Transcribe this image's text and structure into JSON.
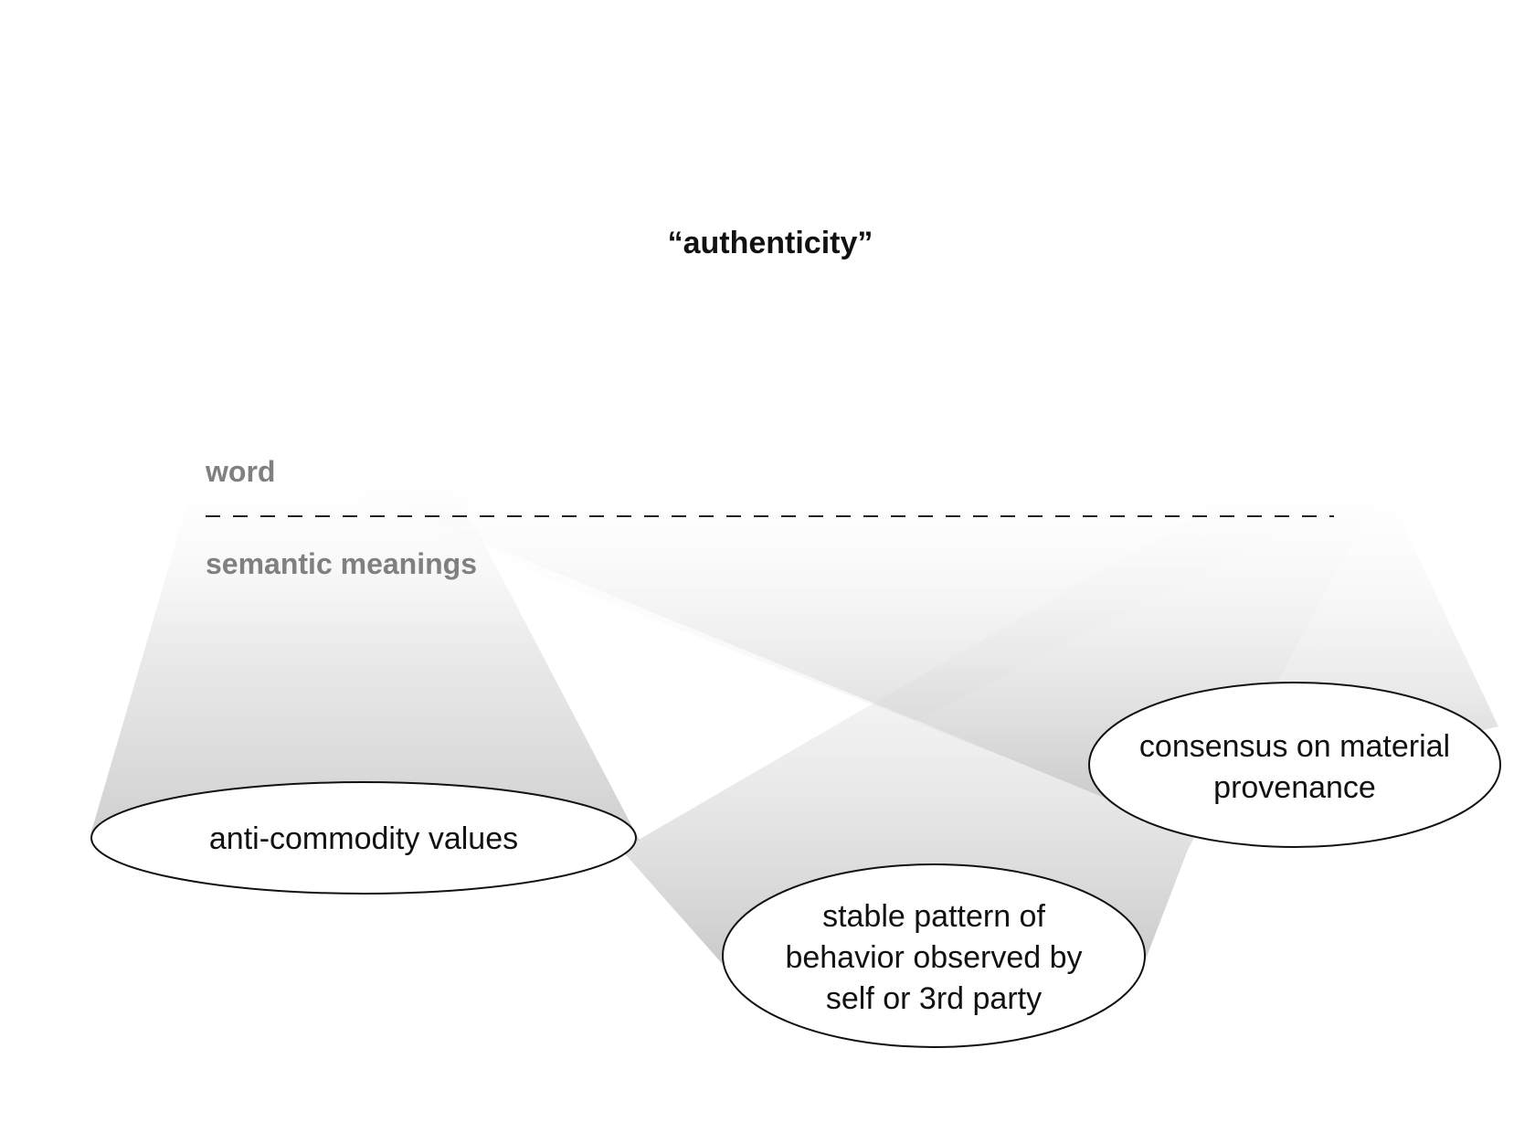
{
  "word": "“authenticity”",
  "layers": {
    "upper_label": "word",
    "lower_label": "semantic meanings",
    "label_color": "#808080"
  },
  "meanings": [
    {
      "id": "anti-commodity",
      "lines": [
        "anti-commodity values"
      ]
    },
    {
      "id": "stable-pattern",
      "lines": [
        "stable pattern of",
        "behavior observed by",
        "self or 3rd party"
      ]
    },
    {
      "id": "material-provenance",
      "lines": [
        "consensus on material",
        "provenance"
      ]
    }
  ],
  "colors": {
    "background": "#ffffff",
    "beam_light": "#ffffff",
    "beam_dark": "#c8c8c8",
    "ellipse_stroke": "#111111"
  }
}
